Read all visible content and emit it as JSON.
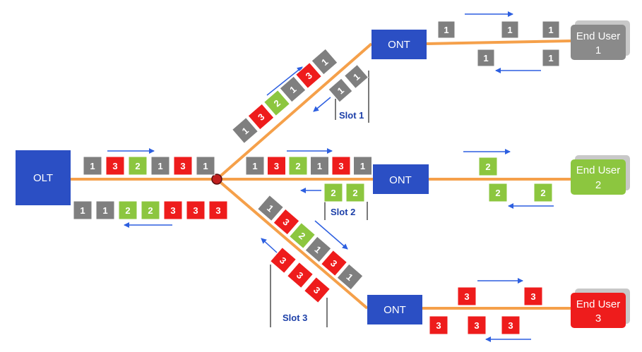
{
  "colors": {
    "fiber": "#f5a04a",
    "node": "#2b4fc4",
    "arrow": "#2d5fe0",
    "splitter": "#c0201f",
    "packet_1": "#7f7f7f",
    "packet_2": "#8cc63f",
    "packet_3": "#ee1c1c",
    "user_1": "#8a8a8a",
    "user_2": "#8cc63f",
    "user_3": "#ee1c1c"
  },
  "olt": {
    "label": "OLT"
  },
  "onts": [
    {
      "label": "ONT"
    },
    {
      "label": "ONT"
    },
    {
      "label": "ONT"
    }
  ],
  "end_users": [
    {
      "line1": "End User",
      "line2": "1",
      "user_id": 1
    },
    {
      "line1": "End User",
      "line2": "2",
      "user_id": 2
    },
    {
      "line1": "End User",
      "line2": "3",
      "user_id": 3
    }
  ],
  "slots": [
    {
      "label": "Slot 1"
    },
    {
      "label": "Slot 2"
    },
    {
      "label": "Slot 3"
    }
  ],
  "streams": {
    "trunk_down": [
      "1",
      "3",
      "2",
      "1",
      "3",
      "1"
    ],
    "trunk_up": [
      "1",
      "1",
      "2",
      "2",
      "3",
      "3",
      "3"
    ],
    "branch1_down": [
      "1",
      "3",
      "2",
      "1",
      "3",
      "1"
    ],
    "branch1_up": [
      "1",
      "1"
    ],
    "branch2_down": [
      "1",
      "3",
      "2",
      "1",
      "3",
      "1"
    ],
    "branch2_up": [
      "2",
      "2"
    ],
    "branch3_down": [
      "1",
      "3",
      "2",
      "1",
      "3",
      "1"
    ],
    "branch3_up": [
      "3",
      "3",
      "3"
    ],
    "user1_down": [
      "1",
      "1",
      "1"
    ],
    "user1_up": [
      "1",
      "1"
    ],
    "user2_down": [
      "2"
    ],
    "user2_up": [
      "2",
      "2"
    ],
    "user3_down": [
      "3",
      "3"
    ],
    "user3_up": [
      "3",
      "3",
      "3"
    ]
  }
}
